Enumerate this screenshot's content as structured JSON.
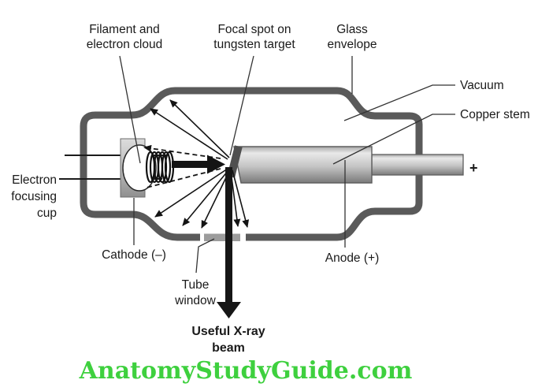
{
  "diagram_title": "X-ray tube diagram",
  "colors": {
    "glass_envelope": "#5a5a5a",
    "tube_window": "#9c9c9c",
    "focal_spot": "#4f4f4f",
    "beam_black": "#161616",
    "metal_light": "#e8e8e8",
    "metal_dark": "#7a7a7a",
    "watermark_green": "#3ed03e",
    "label_text": "#1a1a1a"
  },
  "labels": {
    "filament": [
      "Filament and",
      "electron cloud"
    ],
    "focal_spot": [
      "Focal spot on",
      "tungsten target"
    ],
    "glass_envelope": [
      "Glass",
      "envelope"
    ],
    "vacuum": "Vacuum",
    "copper_stem": "Copper stem",
    "electron_focusing_cup": [
      "Electron",
      "focusing",
      "cup"
    ],
    "cathode": "Cathode (–)",
    "anode": "Anode (+)",
    "tube_window": [
      "Tube",
      "window"
    ],
    "useful_beam": [
      "Useful X-ray",
      "beam"
    ],
    "anode_polarity": "+",
    "watermark": "AnatomyStudyGuide.com"
  }
}
